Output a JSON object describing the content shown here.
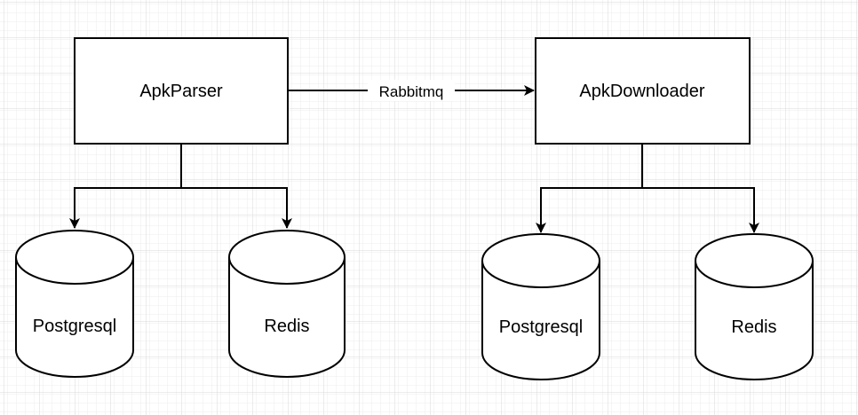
{
  "diagram": {
    "left_service": {
      "label": "ApkParser",
      "stores": {
        "db": "Postgresql",
        "cache": "Redis"
      }
    },
    "right_service": {
      "label": "ApkDownloader",
      "stores": {
        "db": "Postgresql",
        "cache": "Redis"
      }
    },
    "link": {
      "label": "Rabbitmq"
    }
  },
  "colors": {
    "background": "#ffffff",
    "grid_minor": "#ececec",
    "grid_major": "#d9d9d9",
    "stroke": "#000000"
  }
}
